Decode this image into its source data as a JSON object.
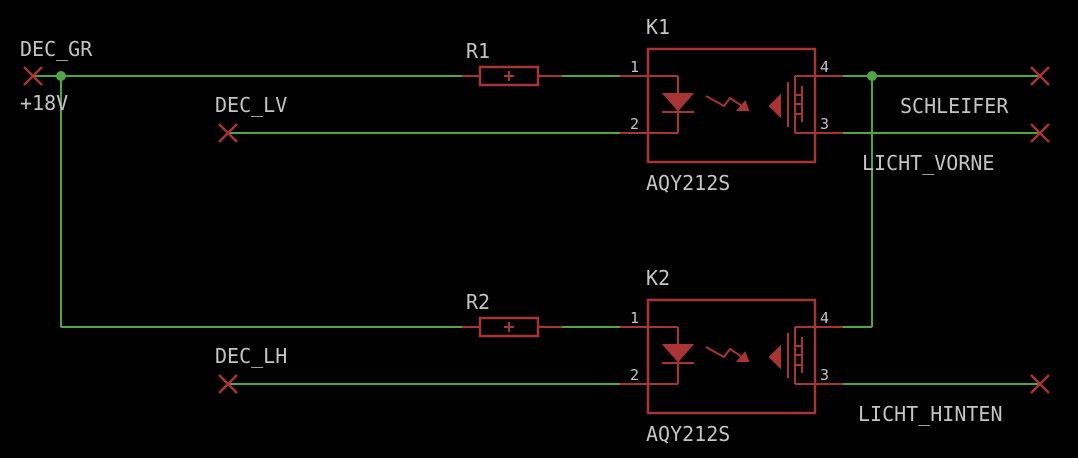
{
  "nets": {
    "dec_gr": "DEC_GR",
    "plus18v": "+18V",
    "dec_lv": "DEC_LV",
    "dec_lh": "DEC_LH",
    "schleifer": "SCHLEIFER",
    "licht_vorne": "LICHT_VORNE",
    "licht_hinten": "LICHT_HINTEN"
  },
  "parts": {
    "r1": {
      "name": "R1"
    },
    "r2": {
      "name": "R2"
    },
    "k1": {
      "name": "K1",
      "value": "AQY212S",
      "pins": [
        "1",
        "2",
        "4",
        "3"
      ]
    },
    "k2": {
      "name": "K2",
      "value": "AQY212S",
      "pins": [
        "1",
        "2",
        "4",
        "3"
      ]
    }
  },
  "colors": {
    "background": "#000000",
    "wire": "#4fa642",
    "part": "#a83434",
    "text": "#c4c4c4"
  }
}
